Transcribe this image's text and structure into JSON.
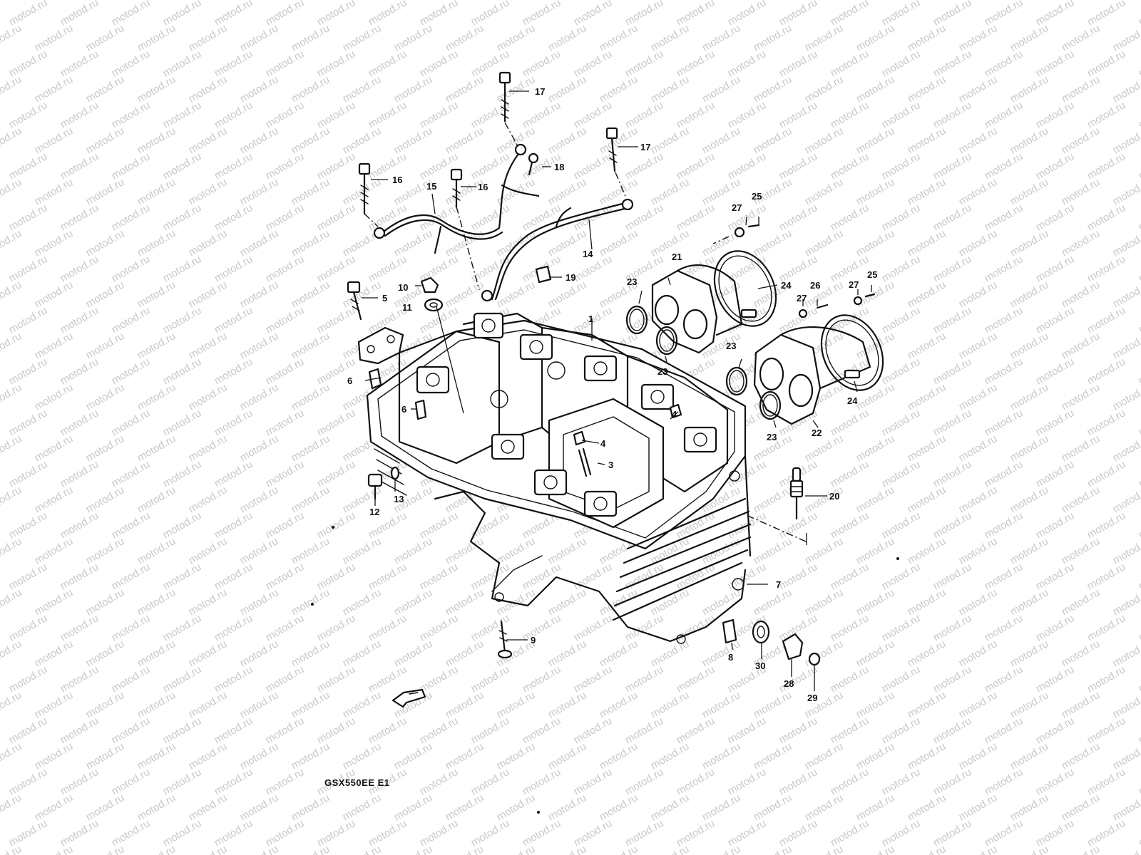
{
  "watermark": {
    "text": "motod.ru",
    "color": "#c9c9c9"
  },
  "model_code": "GSX550EE E1",
  "ink_color": "#111111",
  "background_color": "#ffffff",
  "part_labels": [
    {
      "id": "p1",
      "text": "1"
    },
    {
      "id": "p3",
      "text": "3"
    },
    {
      "id": "p4a",
      "text": "4"
    },
    {
      "id": "p4b",
      "text": "4"
    },
    {
      "id": "p5",
      "text": "5"
    },
    {
      "id": "p6a",
      "text": "6"
    },
    {
      "id": "p6b",
      "text": "6"
    },
    {
      "id": "p7",
      "text": "7"
    },
    {
      "id": "p8",
      "text": "8"
    },
    {
      "id": "p9",
      "text": "9"
    },
    {
      "id": "p10",
      "text": "10"
    },
    {
      "id": "p11",
      "text": "11"
    },
    {
      "id": "p12",
      "text": "12"
    },
    {
      "id": "p13",
      "text": "13"
    },
    {
      "id": "p14",
      "text": "14"
    },
    {
      "id": "p15",
      "text": "15"
    },
    {
      "id": "p16a",
      "text": "16"
    },
    {
      "id": "p16b",
      "text": "16"
    },
    {
      "id": "p17a",
      "text": "17"
    },
    {
      "id": "p17b",
      "text": "17"
    },
    {
      "id": "p18",
      "text": "18"
    },
    {
      "id": "p19",
      "text": "19"
    },
    {
      "id": "p20",
      "text": "20"
    },
    {
      "id": "p21",
      "text": "21"
    },
    {
      "id": "p22",
      "text": "22"
    },
    {
      "id": "p23a",
      "text": "23"
    },
    {
      "id": "p23b",
      "text": "23"
    },
    {
      "id": "p23c",
      "text": "23"
    },
    {
      "id": "p23d",
      "text": "23"
    },
    {
      "id": "p24a",
      "text": "24"
    },
    {
      "id": "p24b",
      "text": "24"
    },
    {
      "id": "p25a",
      "text": "25"
    },
    {
      "id": "p25b",
      "text": "25"
    },
    {
      "id": "p26",
      "text": "26"
    },
    {
      "id": "p27a",
      "text": "27"
    },
    {
      "id": "p27b",
      "text": "27"
    },
    {
      "id": "p27c",
      "text": "27"
    },
    {
      "id": "p28",
      "text": "28"
    },
    {
      "id": "p29",
      "text": "29"
    },
    {
      "id": "p30",
      "text": "30"
    }
  ],
  "icons": [
    "front-arrow-icon"
  ]
}
